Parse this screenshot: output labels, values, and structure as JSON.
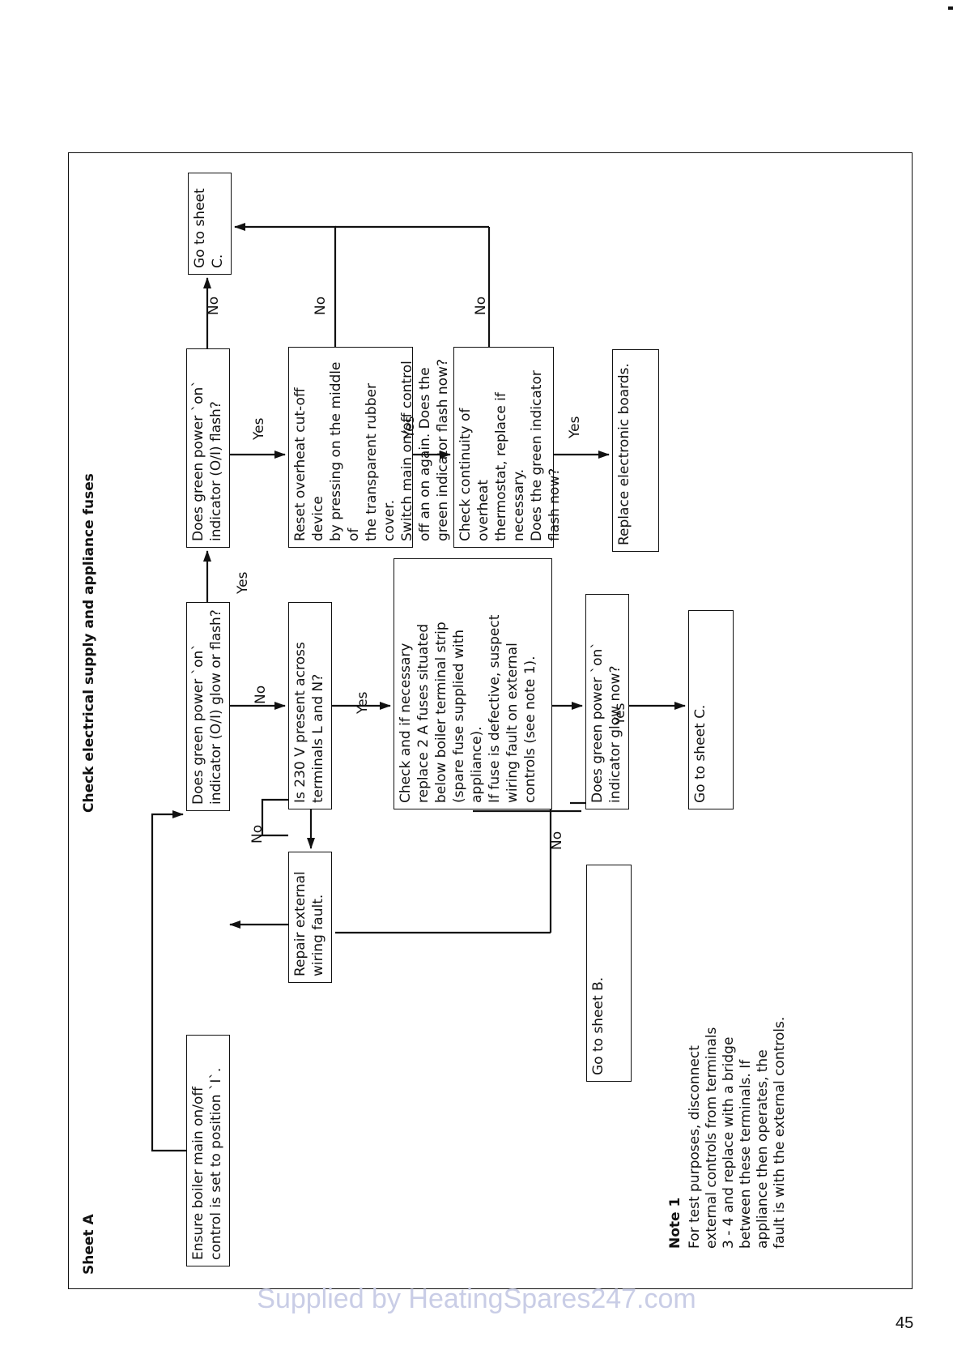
{
  "sheet": {
    "label": "Sheet A",
    "heading": "Check electrical supply and appliance fuses"
  },
  "boxes": {
    "ensure": "Ensure boiler main on/off\ncontrol is set to position `I`.",
    "repair": "Repair external\nwiring fault.",
    "goto_b": "Go to sheet B.",
    "glow_flash": "Does green power `on`\nindicator (O/I) glow or flash?",
    "v230": "Is 230 V present across\nterminals L and N?",
    "fuses": "Check and if necessary\nreplace 2 A fuses situated\nbelow boiler terminal strip\n(spare fuse supplied with\nappliance).\nIf fuse is defective, suspect\nwiring fault on external\ncontrols (see note 1).",
    "glow_now": "Does green power `on`\nindicator glow now?",
    "goto_c_lower": "Go to sheet C.",
    "flash": "Does green power `on`\nindicator (O/I) flash?",
    "reset": "Reset overheat cut-off device\nby pressing on the middle of\nthe transparent rubber cover.\nSwitch main on/off control\noff an on again. Does the\ngreen indicator flash now?",
    "continuity": "Check continuity of overheat\nthermostat, replace if\nnecessary.\nDoes the green indicator\nflash now?",
    "replace": "Replace electronic boards.",
    "goto_c_top": "Go to sheet C."
  },
  "labels": {
    "yes": "Yes",
    "no": "No"
  },
  "note": {
    "title": "Note 1",
    "body": "For test purposes, disconnect\nexternal controls from terminals\n3 - 4 and replace with a bridge\nbetween these terminals. If\nappliance then operates, the\nfault is with the external controls."
  },
  "footer": {
    "watermark": "Supplied by HeatingSpares247.com",
    "page_number": "45"
  }
}
